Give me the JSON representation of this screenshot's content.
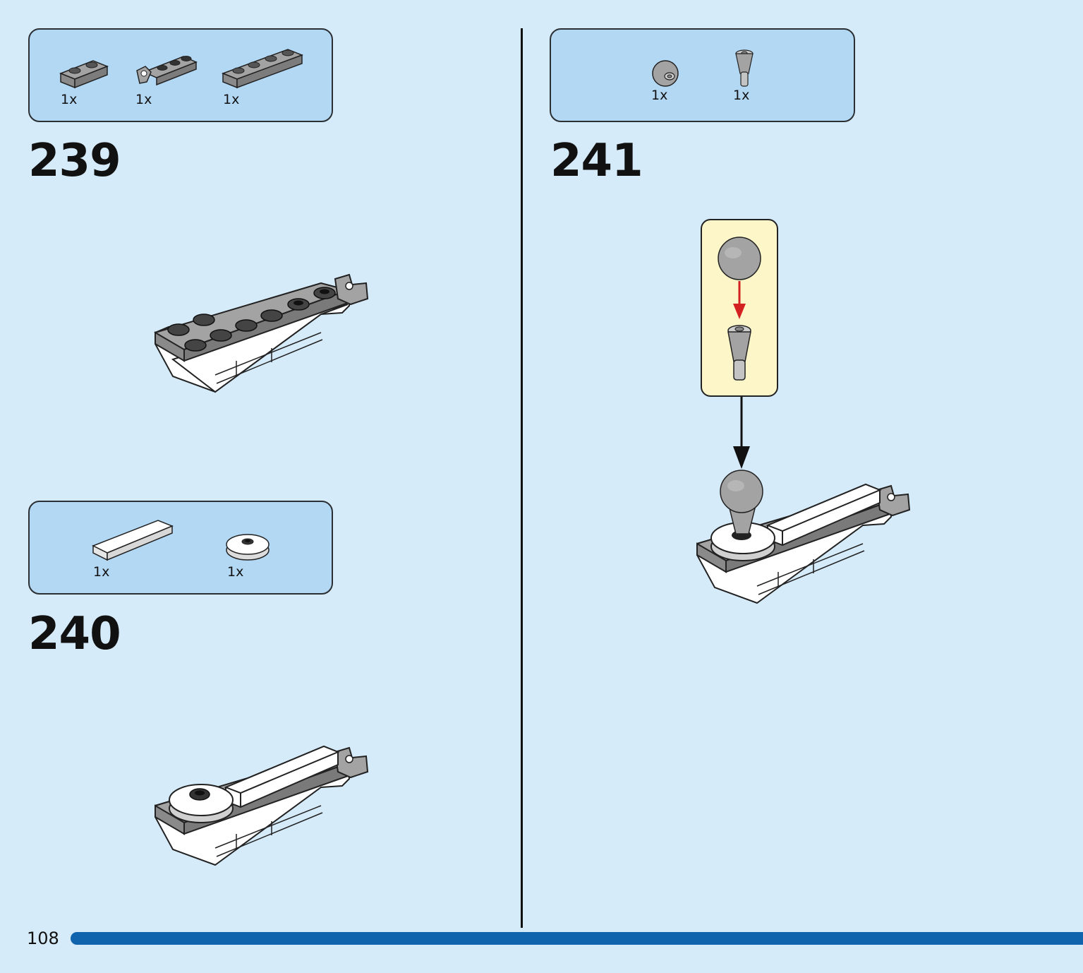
{
  "page": {
    "number": "108"
  },
  "steps": [
    {
      "number": "239",
      "parts": [
        {
          "qty": "1x",
          "icon": "plate-1x2-icon"
        },
        {
          "qty": "1x",
          "icon": "clip-plate-1x3-icon"
        },
        {
          "qty": "1x",
          "icon": "plate-1x4-icon"
        }
      ]
    },
    {
      "number": "240",
      "parts": [
        {
          "qty": "1x",
          "icon": "tile-1x4-white-icon"
        },
        {
          "qty": "1x",
          "icon": "round-plate-2x2-white-icon"
        }
      ]
    },
    {
      "number": "241",
      "parts": [
        {
          "qty": "1x",
          "icon": "ball-grey-icon"
        },
        {
          "qty": "1x",
          "icon": "cone-grey-icon"
        }
      ]
    }
  ],
  "colors": {
    "background": "#d6ebf9",
    "parts_box": "#b3d8f4",
    "callout": "#fdf6c9",
    "progress": "#1063ad",
    "arrow_red": "#d42222"
  }
}
